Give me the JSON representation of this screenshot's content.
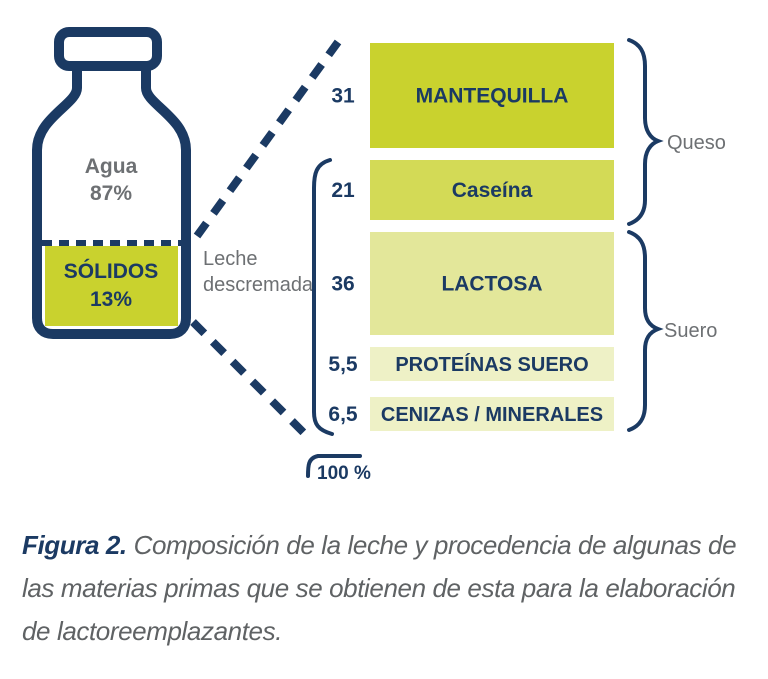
{
  "bottle": {
    "water_label": "Agua",
    "water_pct": "87%",
    "solids_label": "SÓLIDOS",
    "solids_pct": "13%",
    "water_fraction": 0.87,
    "solids_fraction": 0.13
  },
  "skim_label": [
    "Leche",
    "descremada"
  ],
  "components": [
    {
      "value_label": "31",
      "value": 31,
      "name": "MANTEQUILLA",
      "color": "#c9d22e"
    },
    {
      "value_label": "21",
      "value": 21,
      "name": "Caseína",
      "color": "#d3da56"
    },
    {
      "value_label": "36",
      "value": 36,
      "name": "LACTOSA",
      "color": "#e3e79a"
    },
    {
      "value_label": "5,5",
      "value": 5.5,
      "name": "PROTEÍNAS SUERO",
      "color": "#eef1c6"
    },
    {
      "value_label": "6,5",
      "value": 6.5,
      "name": "CENIZAS / MINERALES",
      "color": "#eef1c6"
    }
  ],
  "groups": {
    "queso": "Queso",
    "suero": "Suero"
  },
  "total_label": "100 %",
  "caption": {
    "head": "Figura 2.",
    "text": " Composición de la leche y procedencia de algunas de las materias primas que se obtienen de esta para la elaboración de lactoreemplazantes."
  },
  "colors": {
    "navy": "#1b3a63",
    "grey_text": "#6d7073",
    "solids_fill": "#c9d22e"
  }
}
